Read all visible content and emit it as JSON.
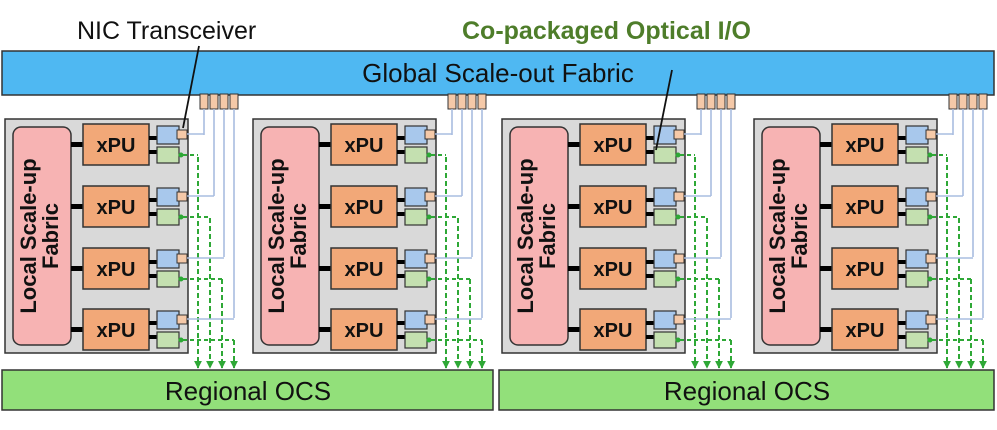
{
  "labels": {
    "nic_transceiver": "NIC Transceiver",
    "copackaged_optical_io": "Co-packaged Optical I/O",
    "global_fabric": "Global Scale-out Fabric",
    "regional_ocs": [
      "Regional OCS",
      "Regional OCS"
    ]
  },
  "blocks": [
    {
      "local_fabric": [
        "Local Scale-up",
        "Fabric"
      ],
      "xpus": [
        "xPU",
        "xPU",
        "xPU",
        "xPU"
      ]
    },
    {
      "local_fabric": [
        "Local Scale-up",
        "Fabric"
      ],
      "xpus": [
        "xPU",
        "xPU",
        "xPU",
        "xPU"
      ]
    },
    {
      "local_fabric": [
        "Local Scale-up",
        "Fabric"
      ],
      "xpus": [
        "xPU",
        "xPU",
        "xPU",
        "xPU"
      ]
    },
    {
      "local_fabric": [
        "Local Scale-up",
        "Fabric"
      ],
      "xpus": [
        "xPU",
        "xPU",
        "xPU",
        "xPU"
      ]
    }
  ],
  "colors": {
    "global_fabric": "#4fb8f2",
    "regional_ocs": "#92e07a",
    "block_bg": "#d9d9d9",
    "local_fabric": "#f7b3b3",
    "xpu": "#f2a878",
    "nic": "#a8c8ec",
    "cpo": "#c4e0b0",
    "port": "#f5c9a8",
    "electrical_link": "#000000",
    "nic_link": "#a9bde0",
    "optical_link": "#2ea836",
    "cpo_text": "#4e7d2a"
  }
}
